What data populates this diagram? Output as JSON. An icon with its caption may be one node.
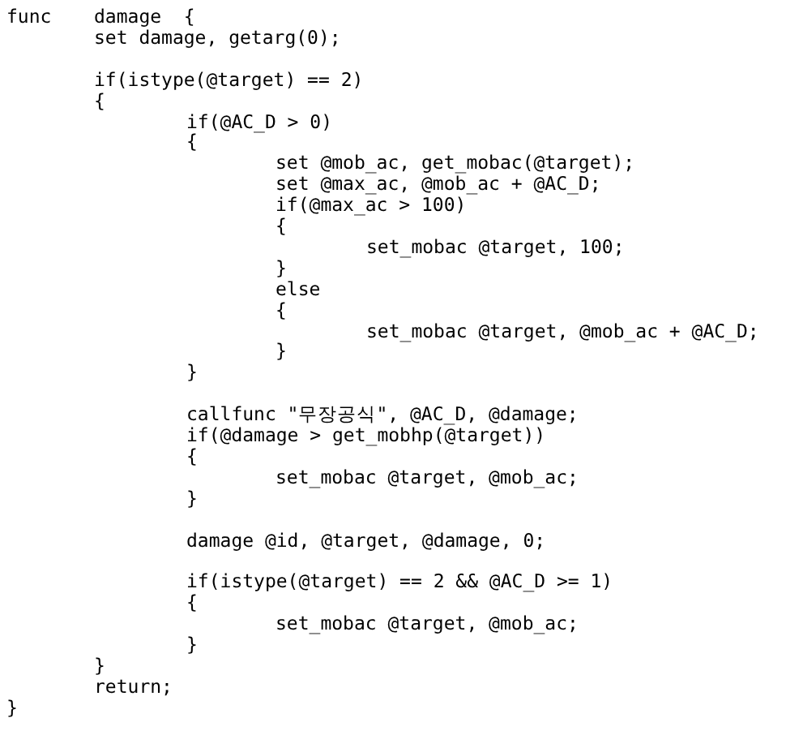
{
  "diagram": {
    "labels": [
      "func",
      "damage  {",
      "set damage, getarg(0);",
      "if(istype(@target) == 2)",
      "{",
      "if(@AC_D > 0)",
      "{",
      "set @mob_ac, get_mobac(@target);",
      "set @max_ac, @mob_ac + @AC_D;",
      "if(@max_ac > 100)",
      "{",
      "set_mobac @target, 100;",
      "}",
      "else",
      "{",
      "set_mobac @target, @mob_ac + @AC_D;",
      "}",
      "}",
      "callfunc \"무장공식\", @AC_D, @damage;",
      "if(@damage > get_mobhp(@target))",
      "{",
      "set_mobac @target, @mob_ac;",
      "}",
      "damage @id, @target, @damage, 0;",
      "if(istype(@target) == 2 && @AC_D >= 1)",
      "{",
      "set_mobac @target, @mob_ac;",
      "}",
      "}",
      "return;",
      "}"
    ]
  }
}
